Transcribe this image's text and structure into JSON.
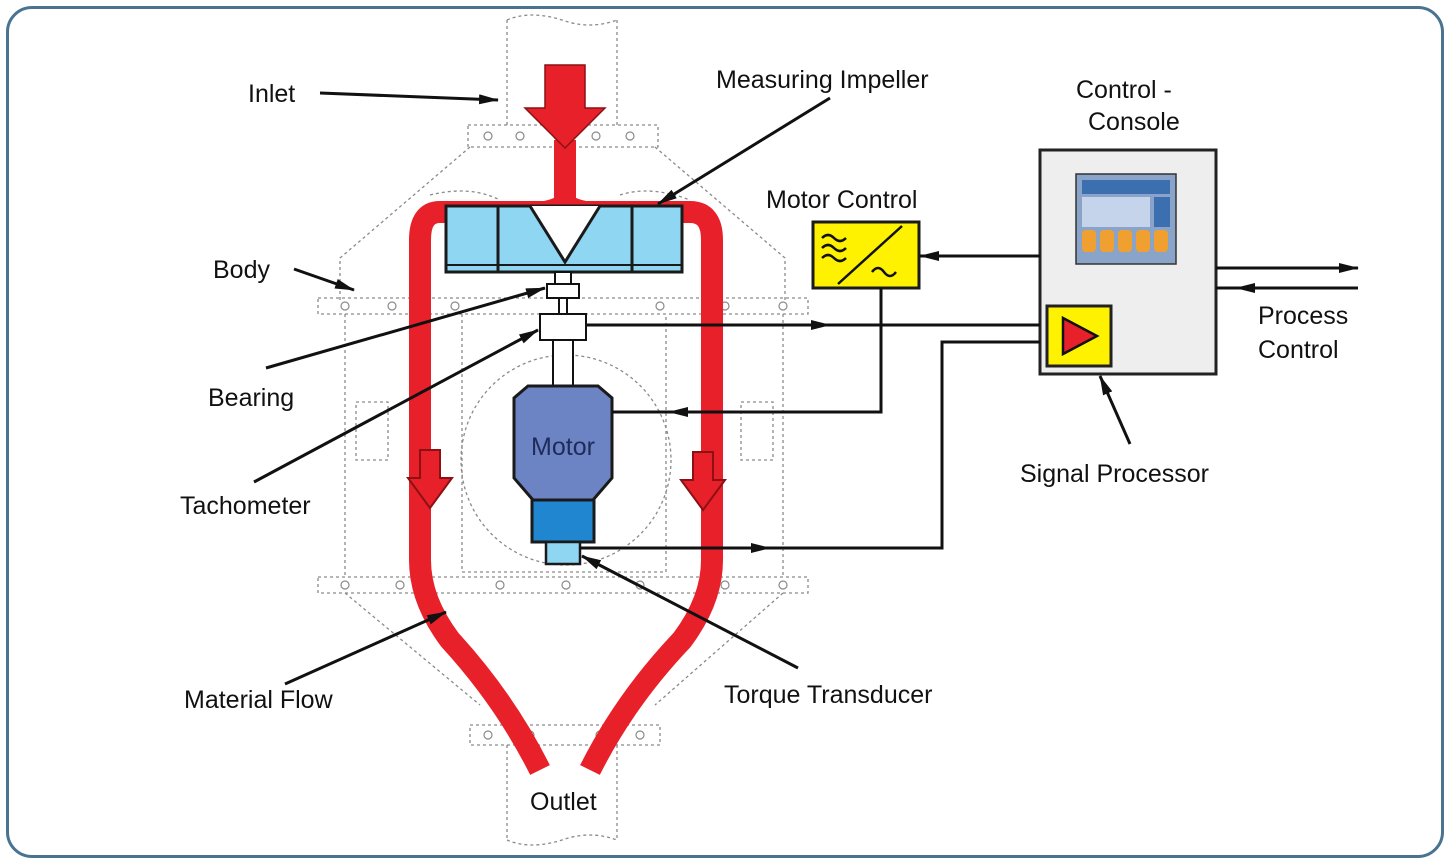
{
  "labels": {
    "inlet": "Inlet",
    "measuring_impeller": "Measuring Impeller",
    "control_console_line1": "Control -",
    "control_console_line2": "Console",
    "motor_control": "Motor Control",
    "body": "Body",
    "process_control_line1": "Process",
    "process_control_line2": "Control",
    "bearing": "Bearing",
    "motor": "Motor",
    "tachometer": "Tachometer",
    "signal_processor": "Signal Processor",
    "material_flow": "Material Flow",
    "torque_transducer": "Torque Transducer",
    "outlet": "Outlet"
  },
  "colors": {
    "frame_border": "#4a7390",
    "material_flow": "#e8202a",
    "impeller": "#8fd6f2",
    "motor_body": "#6d84c4",
    "transducer": "#1f86cf",
    "control_box": "#eeeeee",
    "motor_control_box": "#fff200"
  },
  "icons": {
    "motor_control_symbol": "frequency-converter-icon",
    "signal_processor_symbol": "play-triangle-icon",
    "console_screen": "touch-panel-icon"
  }
}
